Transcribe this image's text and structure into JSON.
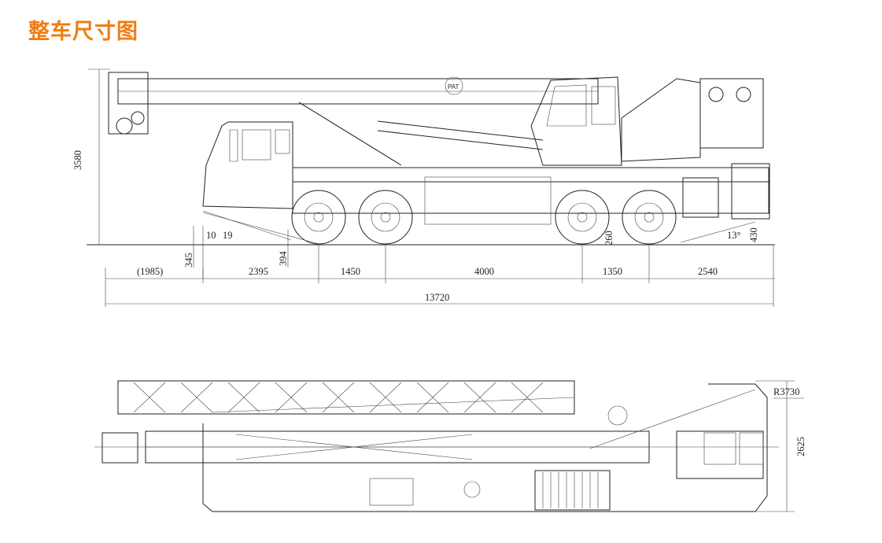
{
  "title": "整车尺寸图",
  "colors": {
    "title": "#f07c12",
    "line": "#222222"
  },
  "side_view": {
    "height": "3580",
    "angle_front_a": "10",
    "angle_front_b": "19",
    "ground_front": "345",
    "dim_394": "394",
    "dim_260": "260",
    "angle_rear": "13°",
    "rear_height": "430",
    "segments": [
      "(1985)",
      "2395",
      "1450",
      "4000",
      "1350",
      "2540"
    ],
    "overall": "13720"
  },
  "top_view": {
    "radius": "R3730",
    "width": "2625"
  }
}
